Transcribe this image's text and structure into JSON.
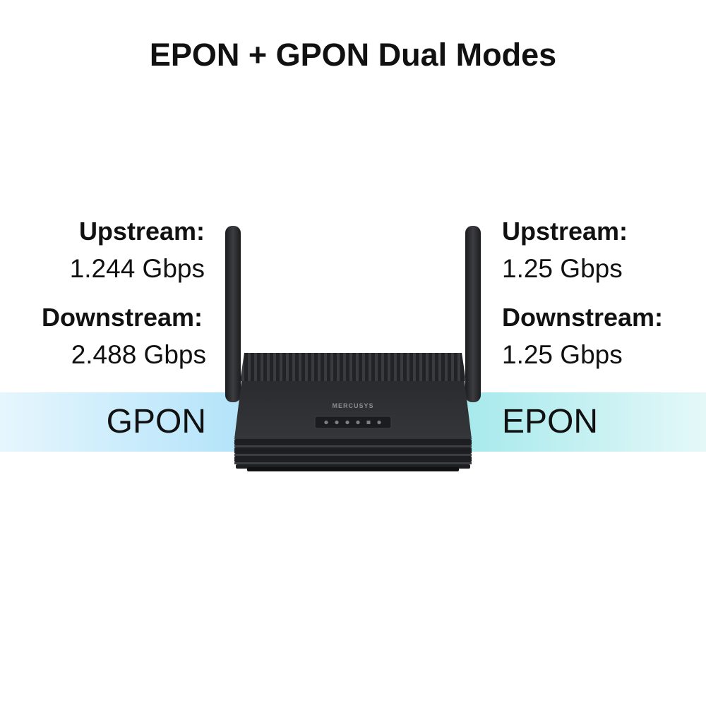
{
  "title": "EPON + GPON Dual Modes",
  "gpon": {
    "label": "GPON",
    "upstream_label": "Upstream:",
    "upstream_value": "1.244 Gbps",
    "downstream_label": "Downstream:",
    "downstream_value": "2.488 Gbps"
  },
  "epon": {
    "label": "EPON",
    "upstream_label": "Upstream:",
    "upstream_value": "1.25 Gbps",
    "downstream_label": "Downstream:",
    "downstream_value": "1.25 Gbps"
  },
  "device": {
    "brand": "MERCUSYS"
  },
  "colors": {
    "gpon_band": "#b3e3fa",
    "epon_band": "#a6e9ec",
    "router_body": "#2b2c2f"
  }
}
